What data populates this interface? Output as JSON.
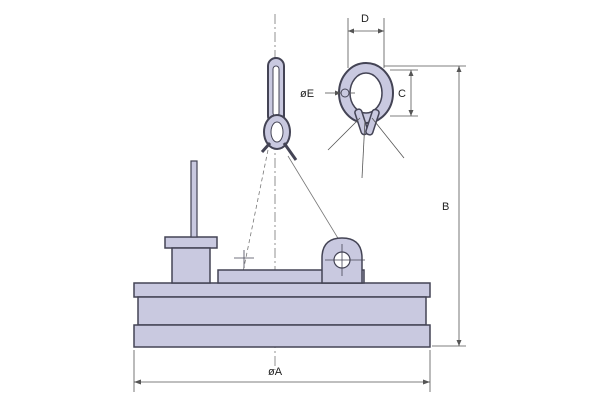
{
  "diagram": {
    "colors": {
      "body_fill": "#c9c9e0",
      "body_fill_dark": "#b7b7d2",
      "outline": "#444455",
      "dim_line": "#555555",
      "center_line": "#777777",
      "background": "#ffffff"
    },
    "labels": {
      "dim_D": "D",
      "dim_E": "øE",
      "dim_C": "C",
      "dim_B": "B",
      "dim_A": "øA"
    }
  }
}
